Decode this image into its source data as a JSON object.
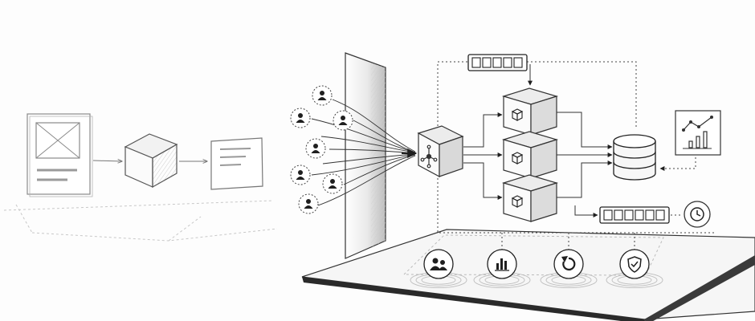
{
  "colors": {
    "ink": "#1f1f1f",
    "soft_ink": "#555555",
    "sketch": "#9a9a9a",
    "light_sketch": "#c8c8c8",
    "paper": "#ffffff",
    "platform": "#f4f4f4",
    "dark_edge": "#2a2a2a",
    "box_front": "#fbfbfb",
    "box_top": "#ececec",
    "box_side": "#d9d9d9"
  },
  "prototype_stage": {
    "wireframe": {
      "icon": "image-placeholder-icon"
    },
    "core_cube": {
      "icon": "cube-icon"
    },
    "output_doc": {
      "icon": "document-icon"
    }
  },
  "users": {
    "count": 7,
    "icon": "person-icon"
  },
  "gateway": {
    "icon": "hub-icon"
  },
  "services": {
    "count": 3,
    "icon": "package-icon"
  },
  "database": {
    "icon": "database-icon"
  },
  "queues": {
    "top_slots": 5,
    "bottom_slots": 6
  },
  "analytics": {
    "icon": "trend-chart-icon"
  },
  "scheduler": {
    "icon": "clock-icon"
  },
  "platform_badges": [
    {
      "icon": "users-icon"
    },
    {
      "icon": "bar-chart-icon"
    },
    {
      "icon": "refresh-icon"
    },
    {
      "icon": "shield-check-icon"
    }
  ]
}
